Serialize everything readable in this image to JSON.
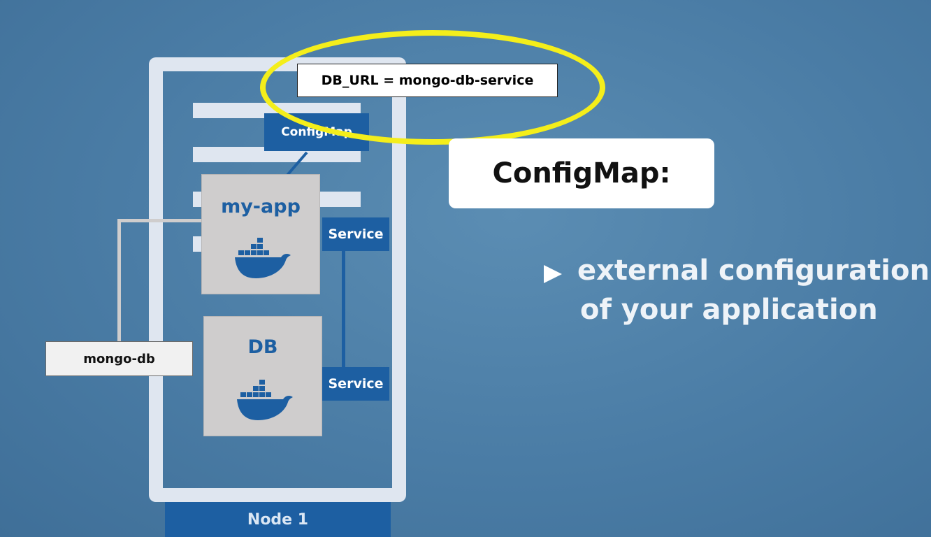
{
  "diagram": {
    "node_label": "Node 1",
    "configmap_box_label": "ConfigMap",
    "app_pod_label": "my-app",
    "db_pod_label": "DB",
    "service_top_label": "Service",
    "service_bottom_label": "Service",
    "external_label": "mongo-db",
    "config_entry": "DB_URL = mongo-db-service"
  },
  "panel": {
    "title": "ConfigMap:",
    "bullet_line_1": "external configuration",
    "bullet_line_2": "of your application",
    "bullet_icon": "triangle-right-icon"
  },
  "colors": {
    "background": "#4a7ca5",
    "k8s_blue": "#1d5fa2",
    "pod_gray": "#cfcdcd",
    "highlight": "#f4ee1b",
    "frame": "#dfe6f0"
  }
}
